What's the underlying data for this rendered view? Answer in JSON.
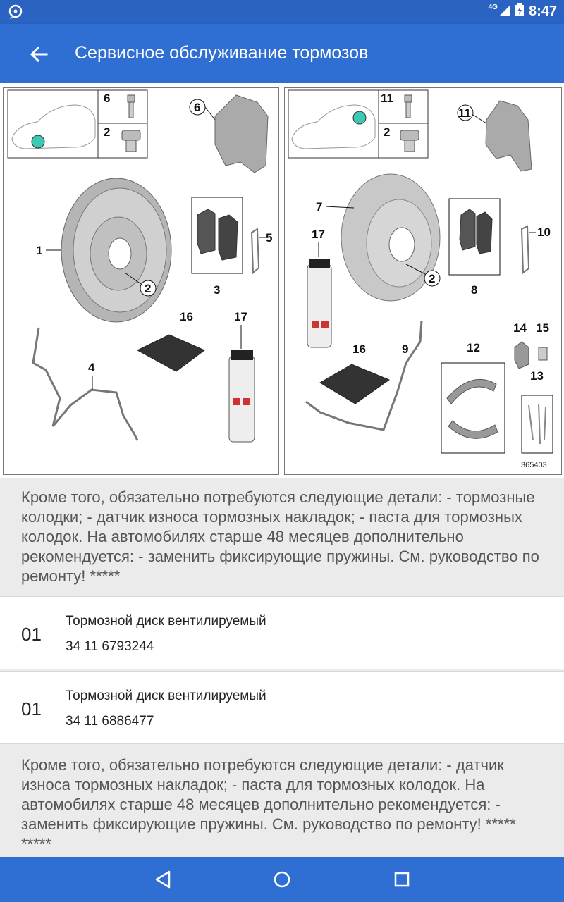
{
  "status_bar": {
    "time": "8:47",
    "network": "4G"
  },
  "app_bar": {
    "title": "Сервисное обслуживание тормозов"
  },
  "diagram": {
    "left_labels": [
      "6",
      "2",
      "6",
      "1",
      "2",
      "3",
      "5",
      "16",
      "17",
      "4"
    ],
    "right_labels": [
      "11",
      "2",
      "11",
      "7",
      "17",
      "2",
      "8",
      "10",
      "14",
      "15",
      "16",
      "9",
      "12",
      "13"
    ],
    "image_code": "365403"
  },
  "notes": [
    "Кроме того, обязательно потребуются следующие детали: - тормозные колодки; - датчик износа тормозных накладок; - паста для тормозных колодок. На автомобилях старше 48 месяцев дополнительно рекомендуется: - заменить фиксирующие пружины. См. руководство по ремонту! *****",
    "Кроме того, обязательно потребуются следующие детали: - датчик износа тормозных накладок; - паста для тормозных колодок. На автомобилях старше 48 месяцев дополнительно рекомендуется: - заменить фиксирующие пружины. См. руководство по ремонту! ***** *****"
  ],
  "parts": [
    {
      "qty": "01",
      "name": "Тормозной диск вентилируемый",
      "number": "34 11 6793244"
    },
    {
      "qty": "01",
      "name": "Тормозной диск вентилируемый",
      "number": "34 11 6886477"
    }
  ],
  "colors": {
    "app_bar": "#2f6ed3",
    "status_bar": "#2a63c1",
    "marker": "#3cc8b4"
  }
}
